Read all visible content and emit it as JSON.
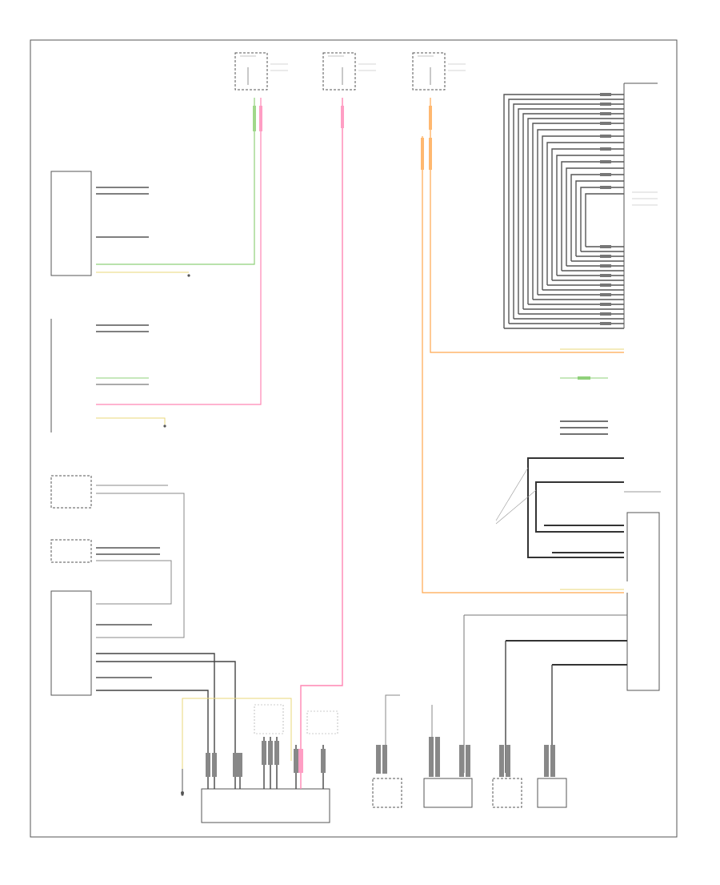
{
  "diagram": {
    "page_code": "",
    "colors": {
      "power_pink": "#ff86b4",
      "power_green": "#8fd07a",
      "power_orange": "#ffa64d",
      "ground_yellow": "#e8d77a",
      "bus_black": "#333333",
      "gray": "#888888",
      "line_light": "#bbbbbb"
    },
    "components": [
      {
        "id": "fuse-1"
      },
      {
        "id": "fuse-2"
      },
      {
        "id": "fuse-3"
      },
      {
        "id": "module-top-right"
      },
      {
        "id": "module-left-1"
      },
      {
        "id": "module-left-2"
      },
      {
        "id": "module-left-3"
      },
      {
        "id": "module-left-4"
      },
      {
        "id": "module-left-5"
      },
      {
        "id": "data-link-connector"
      },
      {
        "id": "module-right-lower"
      },
      {
        "id": "sensor-1"
      },
      {
        "id": "sensor-2"
      },
      {
        "id": "sensor-3"
      },
      {
        "id": "sensor-4"
      }
    ]
  }
}
